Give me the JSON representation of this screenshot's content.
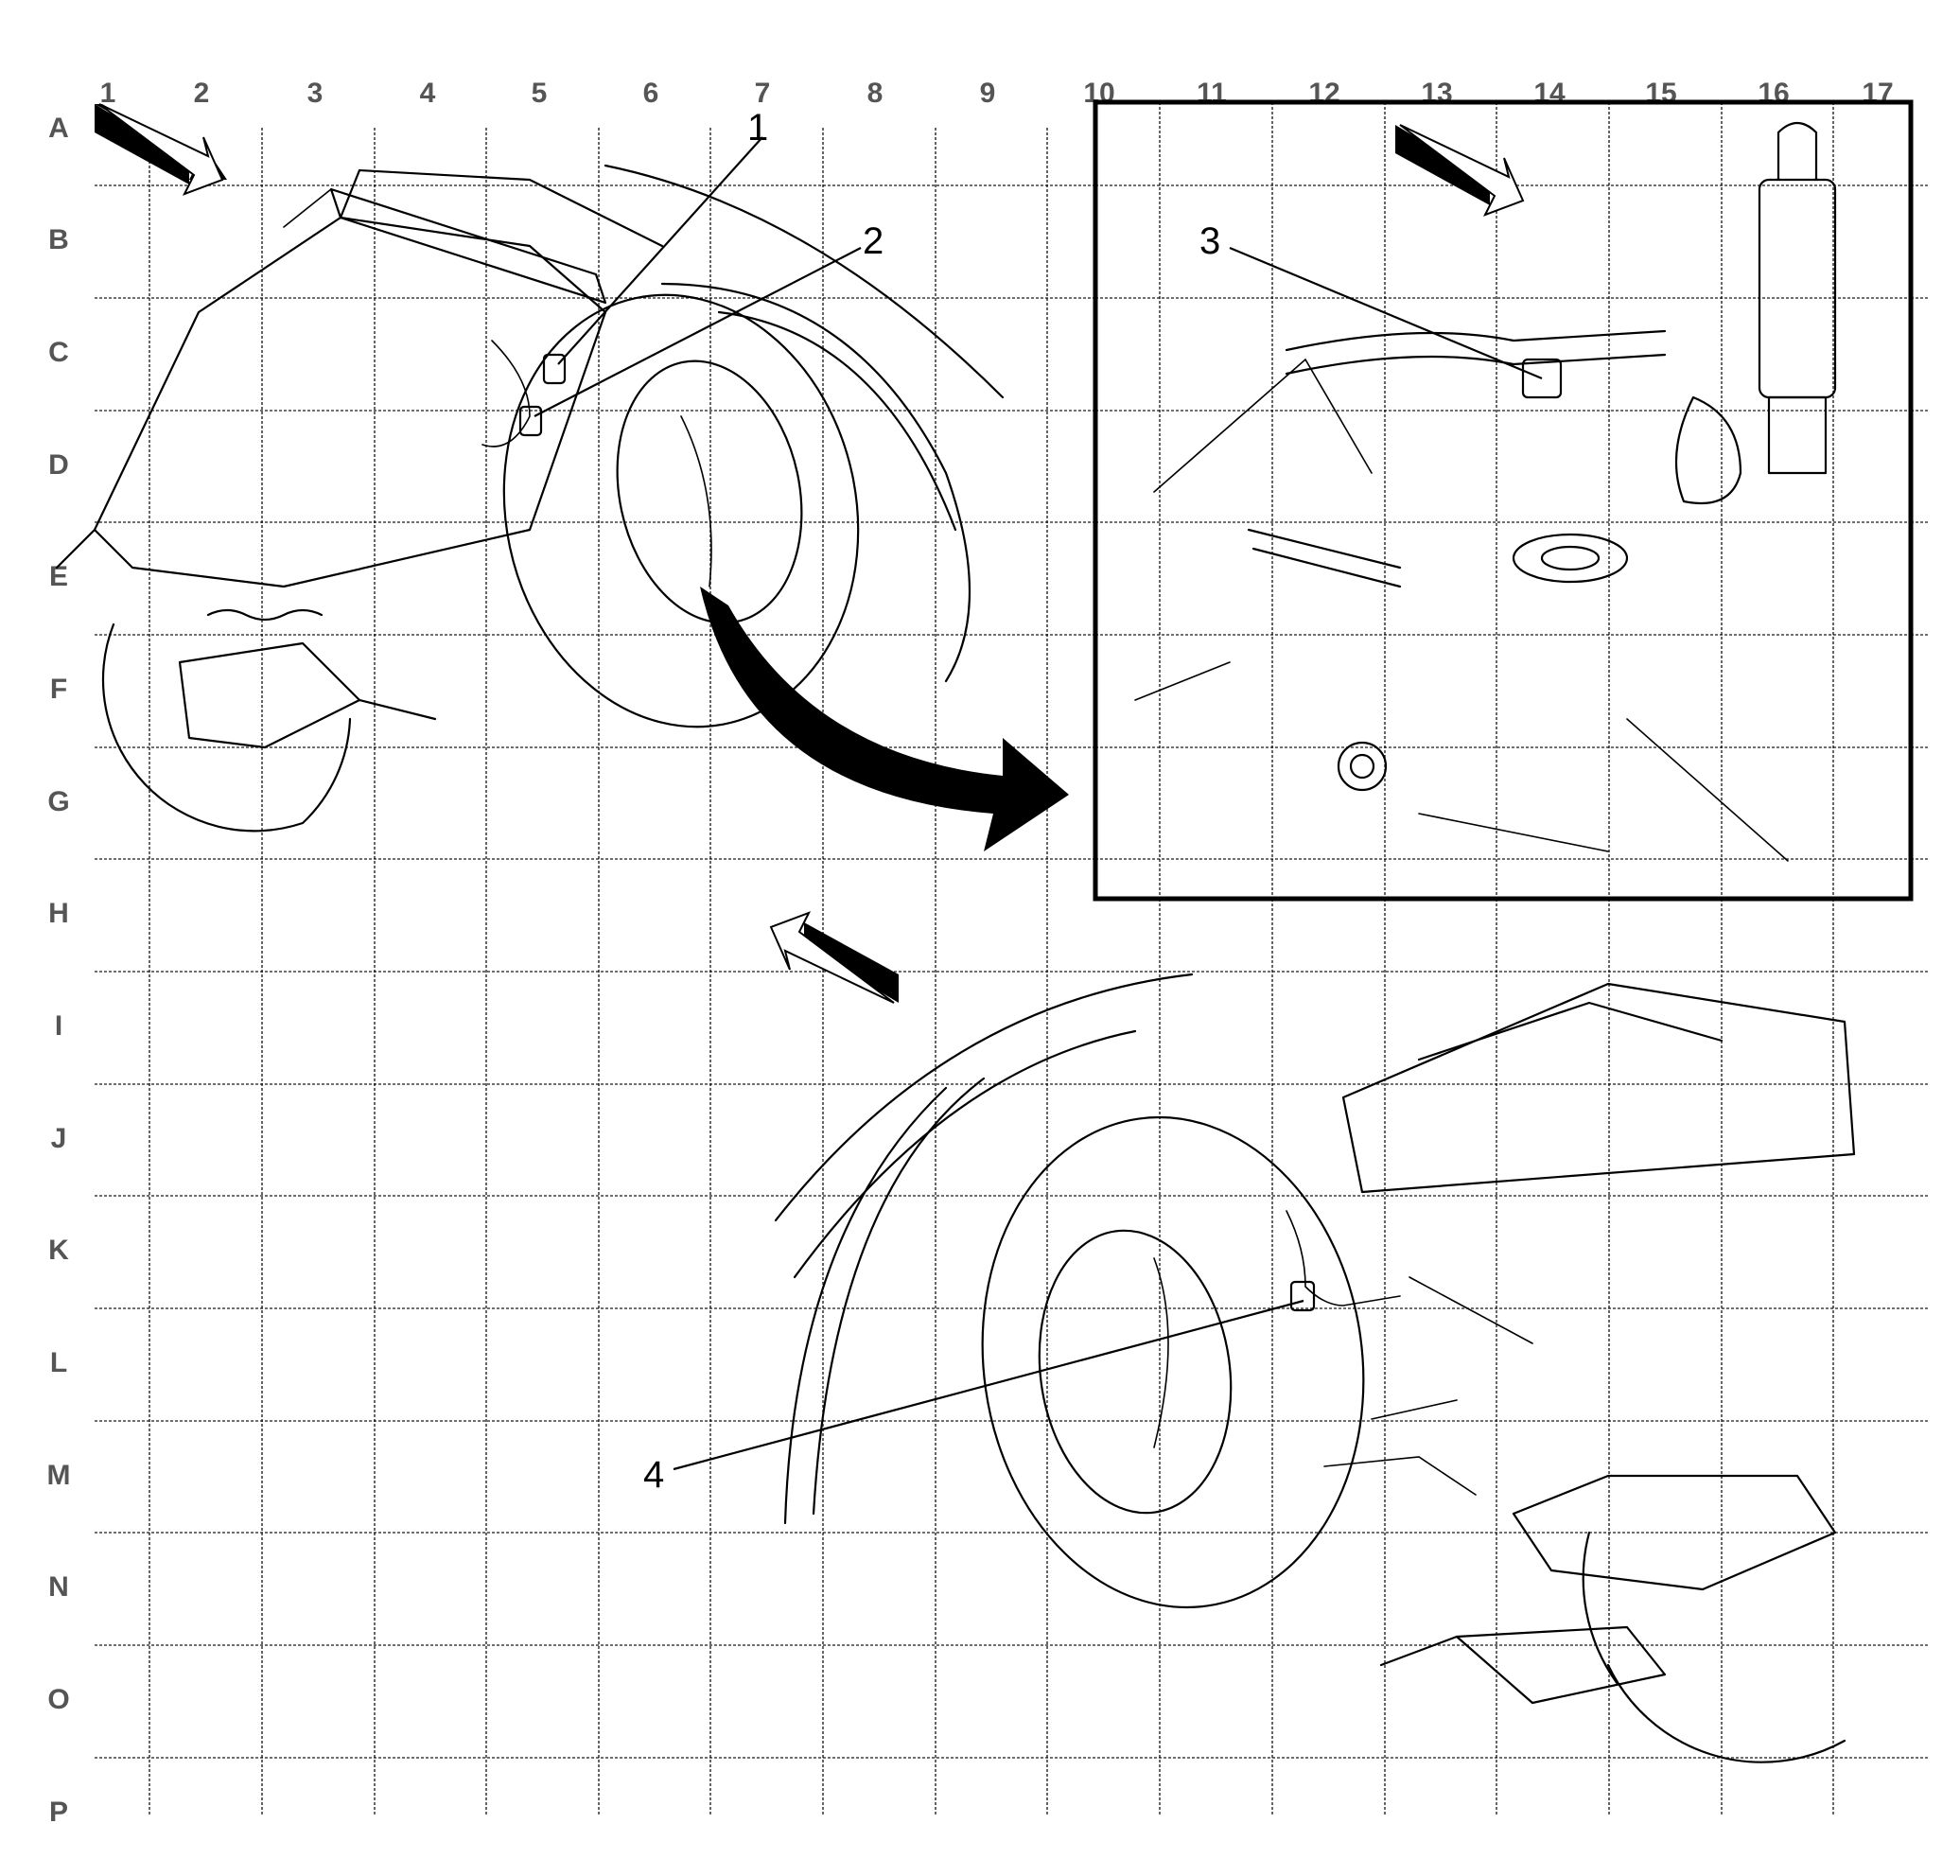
{
  "grid": {
    "columns": [
      "1",
      "2",
      "3",
      "4",
      "5",
      "6",
      "7",
      "8",
      "9",
      "10",
      "11",
      "12",
      "13",
      "14",
      "15",
      "16",
      "17"
    ],
    "rows": [
      "A",
      "B",
      "C",
      "D",
      "E",
      "F",
      "G",
      "H",
      "I",
      "J",
      "K",
      "L",
      "M",
      "N",
      "O",
      "P"
    ]
  },
  "callouts": [
    {
      "id": "1",
      "label": "1"
    },
    {
      "id": "2",
      "label": "2"
    },
    {
      "id": "3",
      "label": "3"
    },
    {
      "id": "4",
      "label": "4"
    }
  ],
  "icons": {
    "direction_arrow_top_left": "forward-direction-arrow-icon",
    "direction_arrow_inset": "forward-direction-arrow-icon",
    "direction_arrow_bottom": "forward-direction-arrow-icon",
    "detail_arrow": "detail-view-curved-arrow-icon"
  }
}
